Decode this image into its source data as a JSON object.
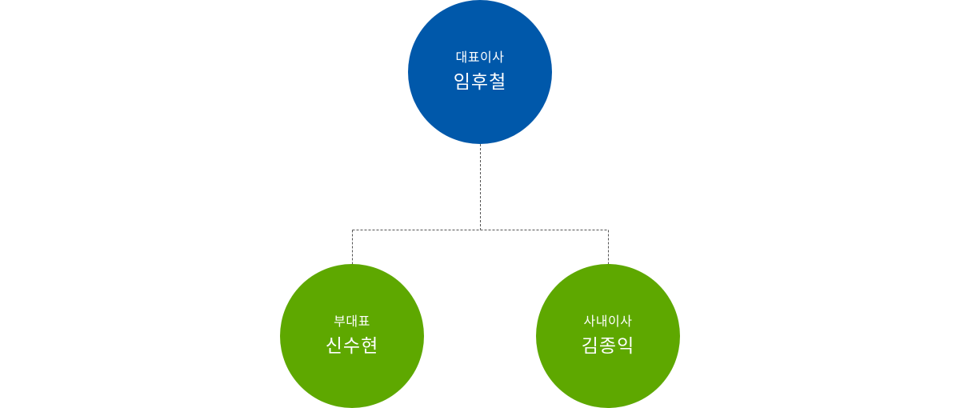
{
  "colors": {
    "top_node": "#0058aa",
    "sub_node": "#5ea800",
    "connector": "#555555"
  },
  "org_chart": {
    "ceo": {
      "role": "대표이사",
      "name": "임후철"
    },
    "members": [
      {
        "role": "부대표",
        "name": "신수현"
      },
      {
        "role": "사내이사",
        "name": "김종익"
      }
    ]
  }
}
